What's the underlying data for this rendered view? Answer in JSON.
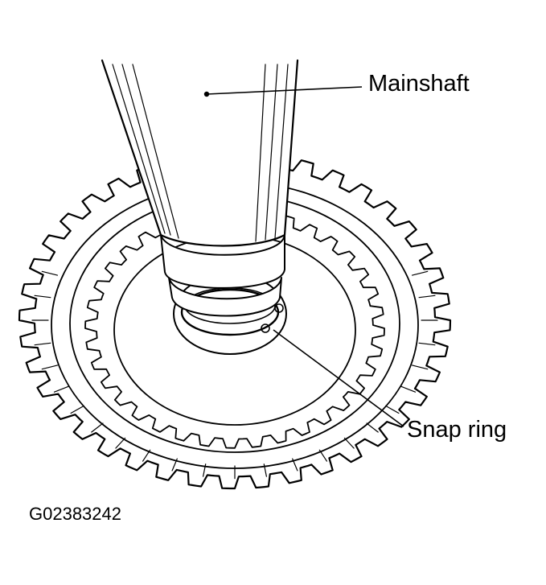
{
  "diagram": {
    "callouts": {
      "mainshaft": "Mainshaft",
      "snap_ring": "Snap ring"
    },
    "figure_code": "G02383242"
  },
  "colors": {
    "ink": "#000000",
    "paper": "#ffffff"
  }
}
